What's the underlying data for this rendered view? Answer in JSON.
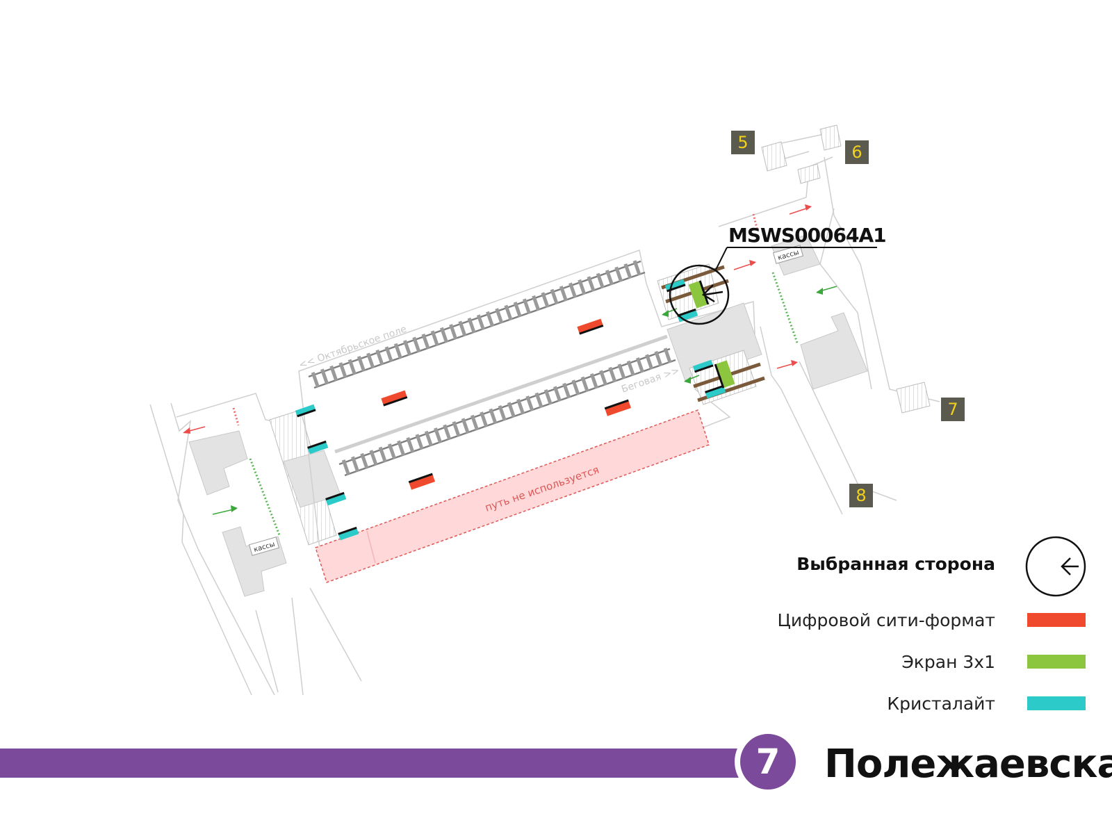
{
  "colors": {
    "digital_city_format": "#ef4a2d",
    "screen_3x1": "#8cc63f",
    "crystalight": "#2ccbc9",
    "line": "#7b4a9a",
    "exit_box": "#5a5a4e",
    "exit_text": "#f2d11a",
    "unused_zone": "#ffd9d9",
    "unused_text": "#e05656"
  },
  "exits": [
    "5",
    "6",
    "7",
    "8"
  ],
  "selected_code": "MSWS00064A1",
  "platform_labels": {
    "left_direction": "<< Октябрьское поле",
    "right_direction": "Беговая >>",
    "unused_track": "путь не используется",
    "ticket_office": "кассы"
  },
  "legend": {
    "selected_side": "Выбранная сторона",
    "items": [
      {
        "label": "Цифровой сити-формат",
        "color": "#ef4a2d"
      },
      {
        "label": "Экран 3х1",
        "color": "#8cc63f"
      },
      {
        "label": "Кристалайт",
        "color": "#2ccbc9"
      }
    ]
  },
  "line": {
    "number": "7",
    "color": "#7b4a9a"
  },
  "station": {
    "name": "Полежаевская"
  }
}
